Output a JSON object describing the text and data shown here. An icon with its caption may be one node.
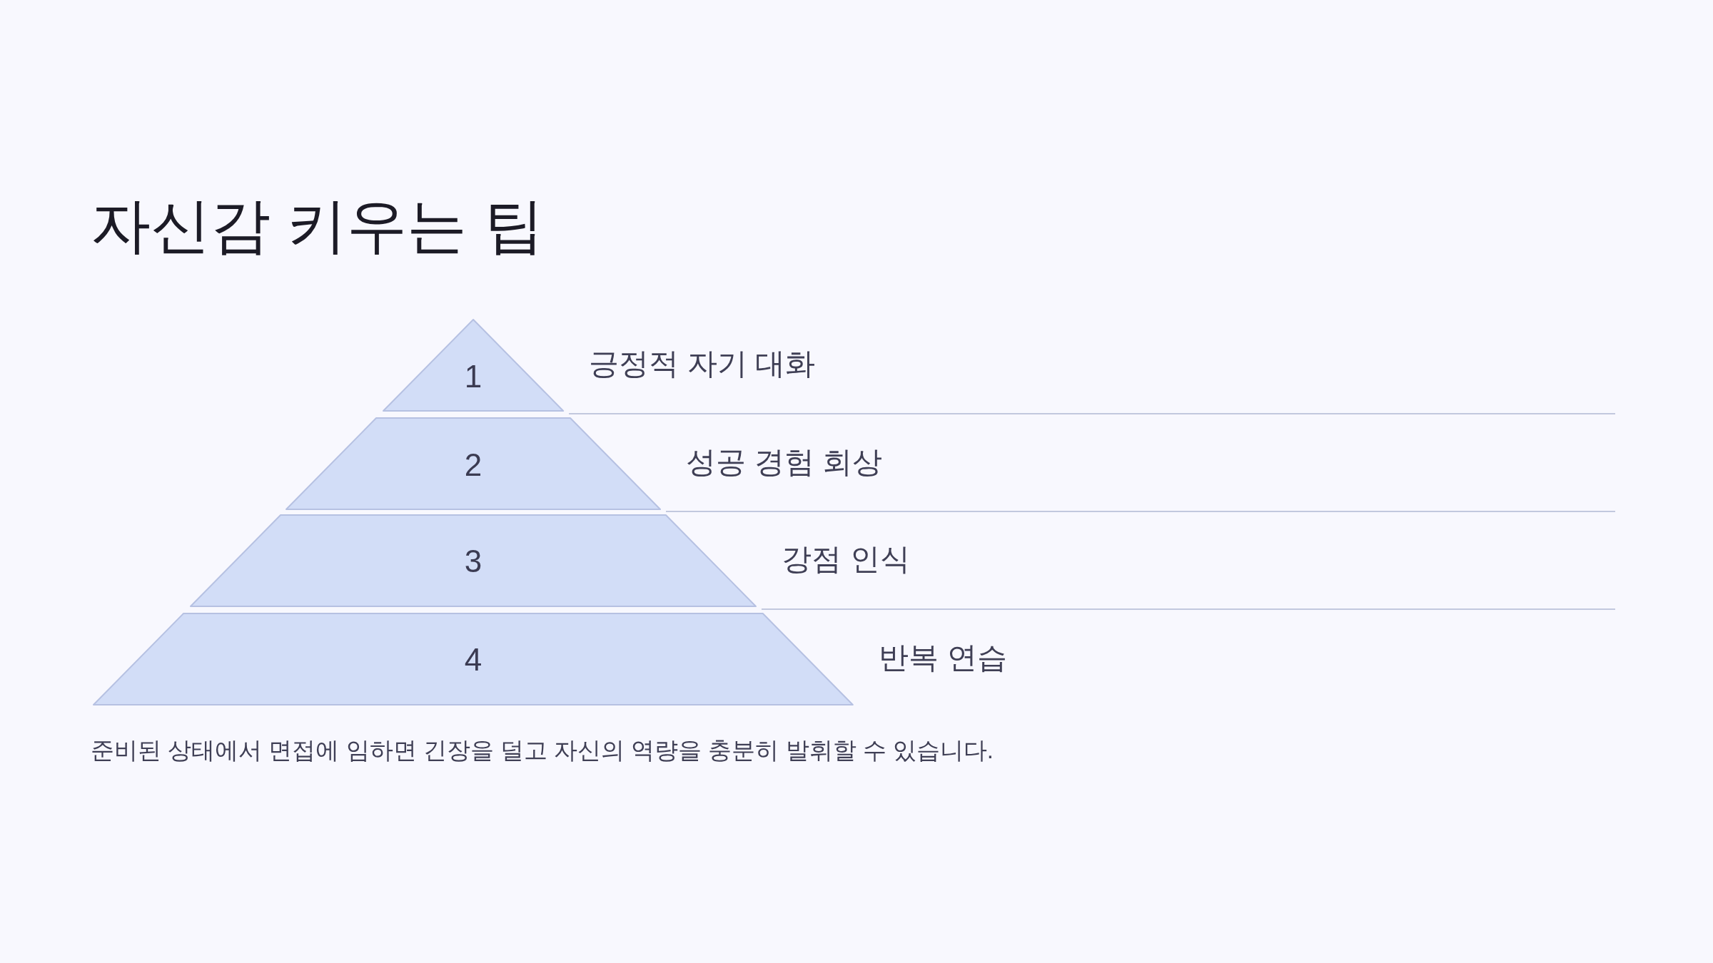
{
  "diagram": {
    "title": "자신감 키우는 팁",
    "caption": "준비된 상태에서 면접에 임하면 긴장을 덜고 자신의 역량을 충분히 발휘할 수 있습니다.",
    "nodes": [
      {
        "text": [
          "1"
        ],
        "beside": [
          "긍정적 자기 대화"
        ]
      },
      {
        "text": [
          "2"
        ],
        "beside": [
          "성공 경험 회상"
        ]
      },
      {
        "text": [
          "3"
        ],
        "beside": [
          "강점 인식"
        ]
      },
      {
        "text": [
          "4"
        ],
        "beside": [
          "반복 연습"
        ]
      }
    ]
  }
}
